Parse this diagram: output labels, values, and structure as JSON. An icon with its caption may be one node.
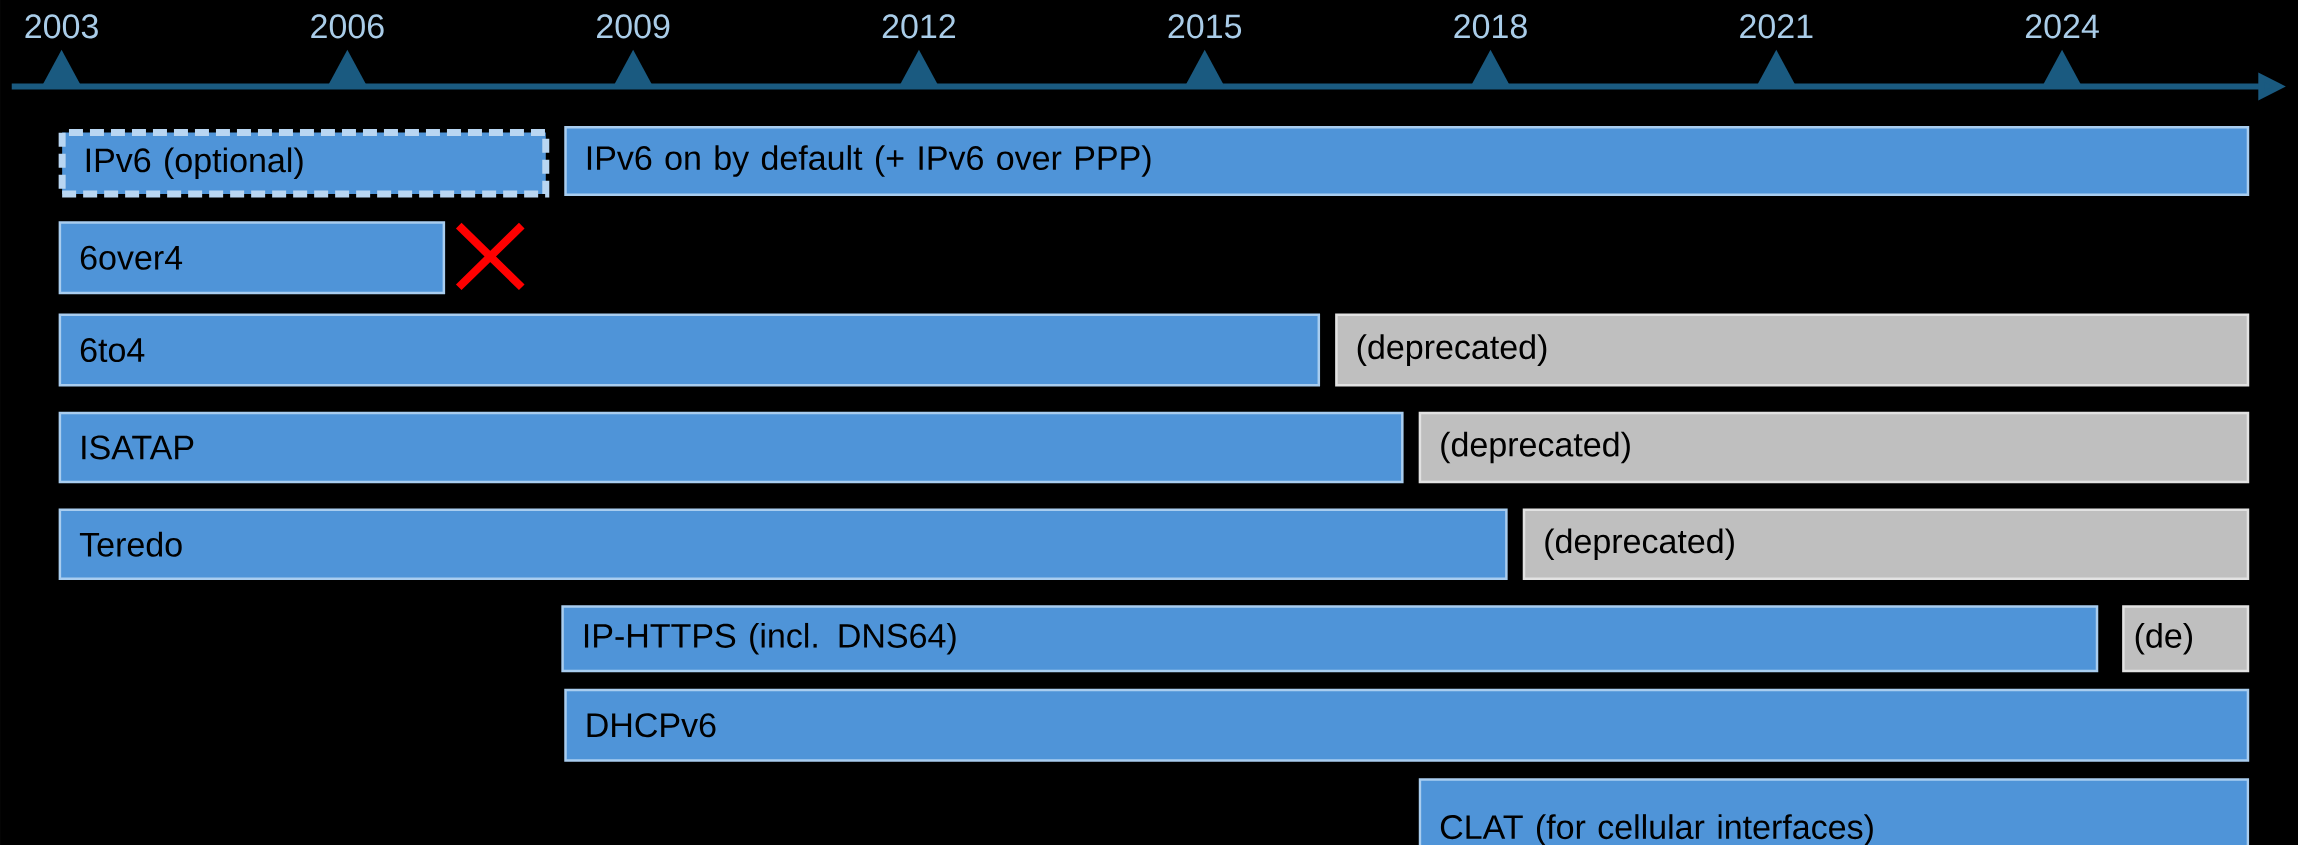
{
  "diagram": {
    "nodes": [
      {
        "text": [
          "IPv6 (optional)"
        ]
      },
      {
        "text": [
          "IPv6 on by default (+ IPv6 over PPP)"
        ]
      },
      {
        "text": [
          "6over4"
        ]
      },
      {
        "text": [
          "6to4"
        ]
      },
      {
        "text": [
          "(deprecated)"
        ]
      },
      {
        "text": [
          "ISATAP"
        ]
      },
      {
        "text": [
          "(deprecated)"
        ]
      },
      {
        "text": [
          "Teredo"
        ]
      },
      {
        "text": [
          "(deprecated)"
        ]
      },
      {
        "text": [
          "IP-HTTPS (incl. DNS64)"
        ]
      },
      {
        "text": [
          "(de)"
        ]
      },
      {
        "text": [
          "DHCPv6"
        ]
      },
      {
        "text": [
          "CLAT (for cellular interfaces)"
        ]
      }
    ],
    "labels": [
      "2003",
      "2006",
      "2009",
      "2012",
      "2015",
      "2018",
      "2021",
      "2024"
    ]
  }
}
